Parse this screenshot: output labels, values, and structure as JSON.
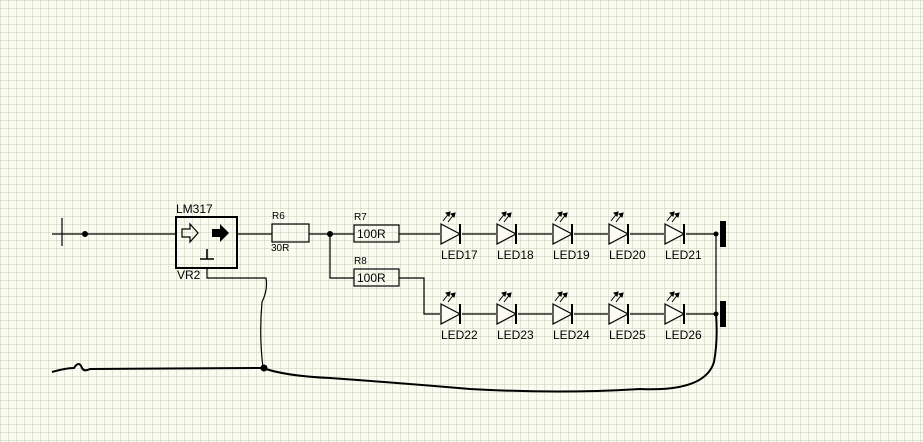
{
  "regulator": {
    "name": "LM317",
    "ref": "VR2"
  },
  "resistors": {
    "r6": {
      "ref": "R6",
      "value": "30R"
    },
    "r7": {
      "ref": "R7",
      "value": "100R"
    },
    "r8": {
      "ref": "R8",
      "value": "100R"
    }
  },
  "leds": {
    "top": [
      "LED17",
      "LED18",
      "LED19",
      "LED20",
      "LED21"
    ],
    "bottom": [
      "LED22",
      "LED23",
      "LED24",
      "LED25",
      "LED26"
    ]
  },
  "colors": {
    "background": "#fbfbf2",
    "grid": "#c8cdb0",
    "ink": "#000000"
  }
}
